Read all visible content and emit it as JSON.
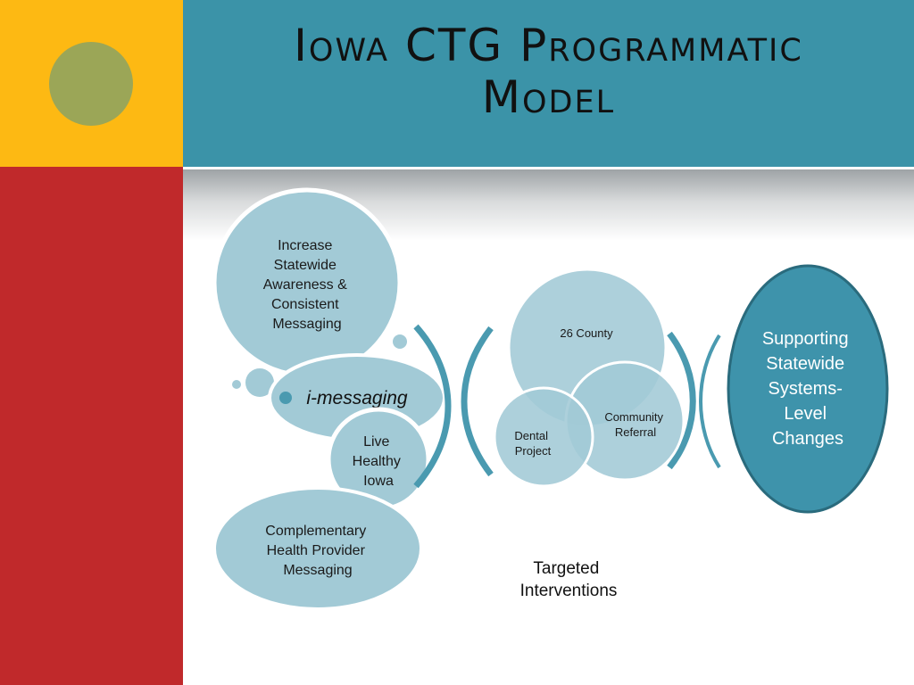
{
  "slide": {
    "title_line1": "Iowa CTG Programmatic",
    "title_line2": "Model"
  },
  "colors": {
    "yellow": "#fdb913",
    "red": "#c0292b",
    "teal": "#3b93a8",
    "olive": "#9ba657",
    "bubble": "#a2cad6",
    "bubble_dark": "#3e93ab",
    "arc": "#4a9ab0"
  },
  "diagram": {
    "awareness": [
      "Increase",
      "Statewide",
      "Awareness &",
      "Consistent",
      "Messaging"
    ],
    "i_messaging": "i-messaging",
    "live_healthy": [
      "Live",
      "Healthy",
      "Iowa"
    ],
    "complementary": [
      "Complementary",
      "Health Provider",
      "Messaging"
    ],
    "county": "26 County",
    "community": [
      "Community",
      "Referral"
    ],
    "dental": [
      "Dental",
      "Project"
    ],
    "targeted": [
      "Targeted",
      "Interventions"
    ],
    "supporting": [
      "Supporting",
      "Statewide",
      "Systems-",
      "Level",
      "Changes"
    ]
  }
}
